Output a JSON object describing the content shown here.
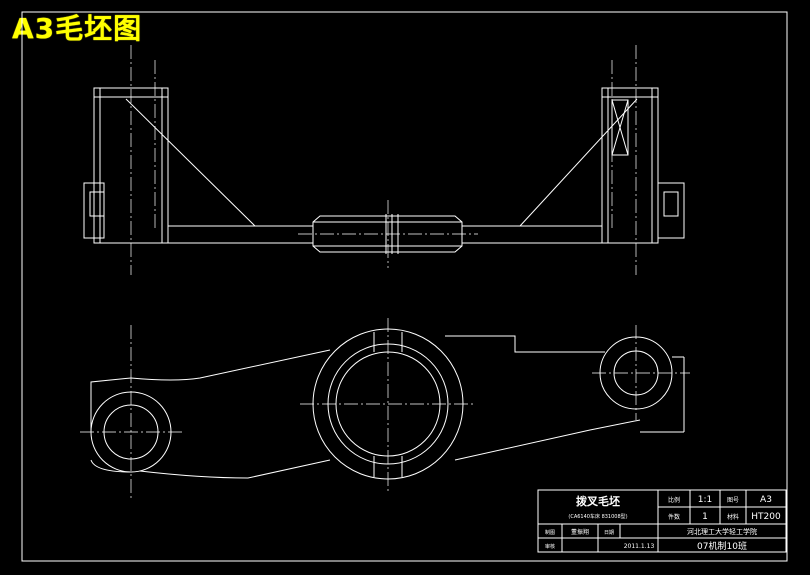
{
  "sheet_label": "A3毛坯图",
  "title_block": {
    "part_name": "拨叉毛坯",
    "part_subtitle": "(CA6140车床 831008型)",
    "scale_label": "比例",
    "scale_value": "1:1",
    "qty_label": "件数",
    "qty_value": "1",
    "sheet_size_label": "图号",
    "sheet_size_value": "A3",
    "material_label": "材料",
    "material_value": "HT200",
    "drawn_label": "制图",
    "drawn_name": "董振翔",
    "date_label": "日期",
    "date_value": "2011.1.13",
    "check_label": "审核",
    "school": "河北理工大学轻工学院",
    "class_info": "07机制10班"
  },
  "colors": {
    "background": "#000000",
    "lines": "#ffffff",
    "label": "#ffff00"
  }
}
